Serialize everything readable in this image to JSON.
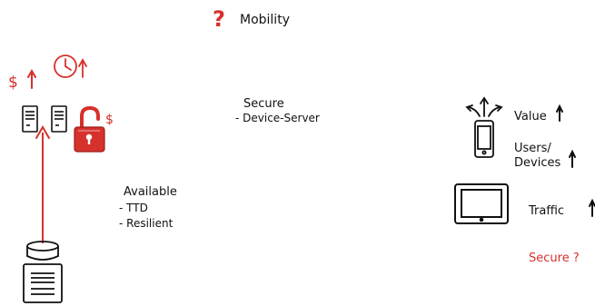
{
  "title": {
    "symbol": "?",
    "text": "Mobility"
  },
  "secure_box": {
    "heading": "Secure",
    "items": [
      "- Device-Server"
    ]
  },
  "available_box": {
    "heading": "Available",
    "items": [
      "- TTD",
      "- Resilient"
    ]
  },
  "costs": {
    "dollar_left": "$",
    "dollar_lock": "$"
  },
  "metrics": {
    "value": "Value",
    "users_devices_line1": "Users/",
    "users_devices_line2": "Devices",
    "traffic": "Traffic",
    "secure_question": "Secure ?"
  },
  "icons": {
    "title_mark": "question-mark-icon",
    "servers": "server-rack-icon",
    "clock": "clock-icon",
    "lock": "unlocked-padlock-icon",
    "phone": "smartphone-icon",
    "tablet": "tablet-icon",
    "database": "database-server-icon",
    "up_arrow": "up-arrow-icon"
  },
  "colors": {
    "accent": "#d6312c",
    "ink": "#111111"
  }
}
